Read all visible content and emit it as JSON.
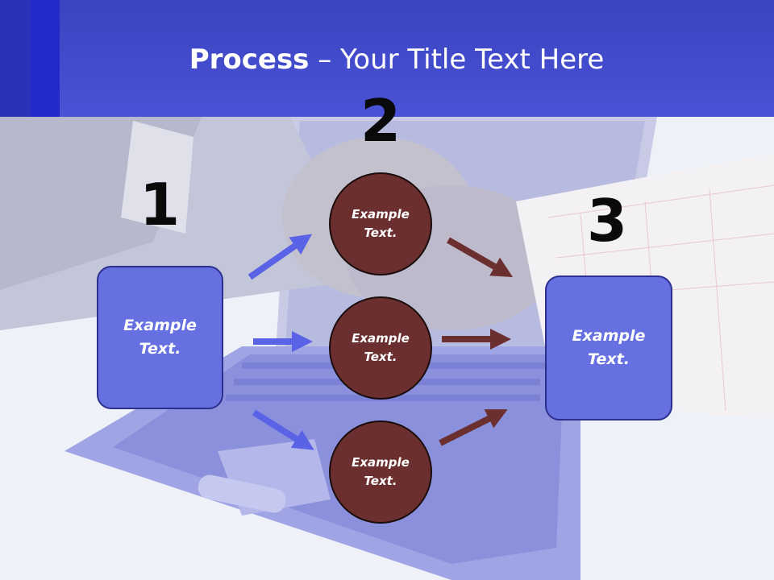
{
  "title": {
    "bold": "Process",
    "rest": " – Your Title Text Here"
  },
  "steps": {
    "one": {
      "number": "1",
      "label_line1": "Example",
      "label_line2": "Text."
    },
    "two": {
      "number": "2",
      "items": [
        {
          "label_line1": "Example",
          "label_line2": "Text."
        },
        {
          "label_line1": "Example",
          "label_line2": "Text."
        },
        {
          "label_line1": "Example",
          "label_line2": "Text."
        }
      ]
    },
    "three": {
      "number": "3",
      "label_line1": "Example",
      "label_line2": "Text."
    }
  },
  "colors": {
    "header": "#4a52d6",
    "box_fill": "#6670e0",
    "circle_fill": "#6b2f2f",
    "arrow_blue": "#5a62e6",
    "arrow_brown": "#6b2f2f"
  }
}
